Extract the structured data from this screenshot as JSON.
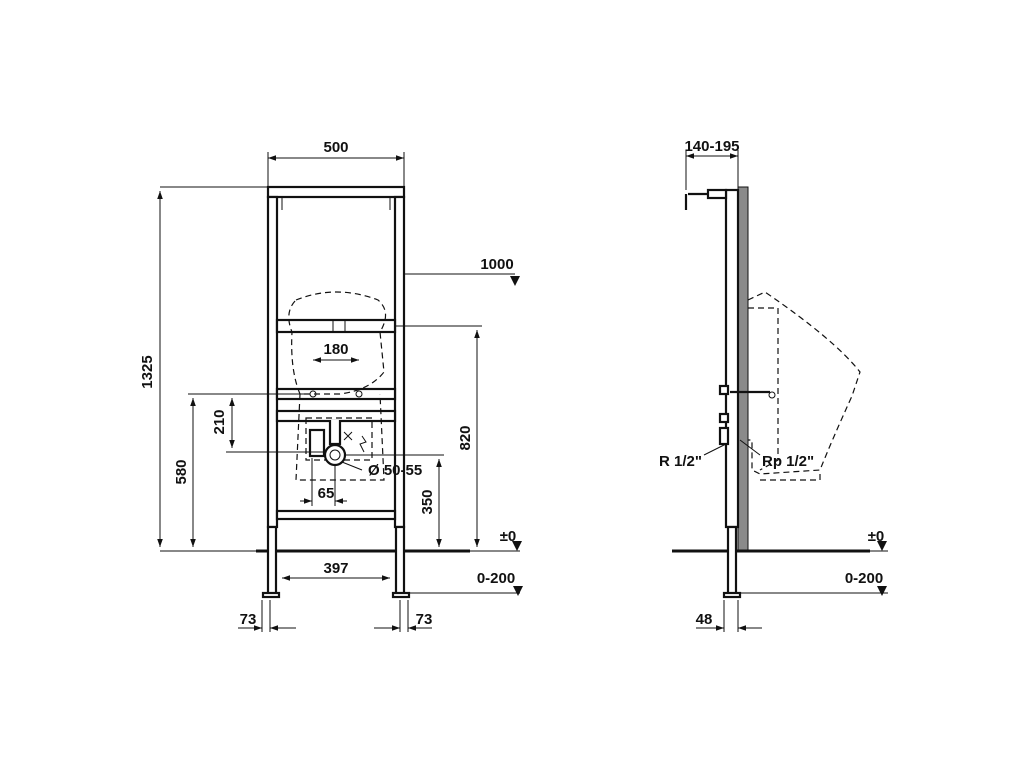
{
  "front_view": {
    "width_label": "500",
    "height_label": "1325",
    "level_1000_label": "1000",
    "spacing_180_label": "180",
    "height_820_label": "820",
    "height_210_label": "210",
    "height_580_label": "580",
    "diameter_label": "Ø 50-55",
    "spacing_65_label": "65",
    "height_350_label": "350",
    "zero_level_label": "±0",
    "feet_spacing_label": "397",
    "adjust_range_label": "0-200",
    "left_offset_label": "73",
    "right_offset_label": "73"
  },
  "side_view": {
    "depth_label": "140-195",
    "thread_r_label": "R 1/2\"",
    "thread_rp_label": "Rp 1/2\"",
    "zero_level_label": "±0",
    "adjust_range_label": "0-200",
    "foot_offset_label": "48"
  },
  "colors": {
    "line": "#111111",
    "background": "#ffffff",
    "wall_shading": "#8a8a8a"
  }
}
